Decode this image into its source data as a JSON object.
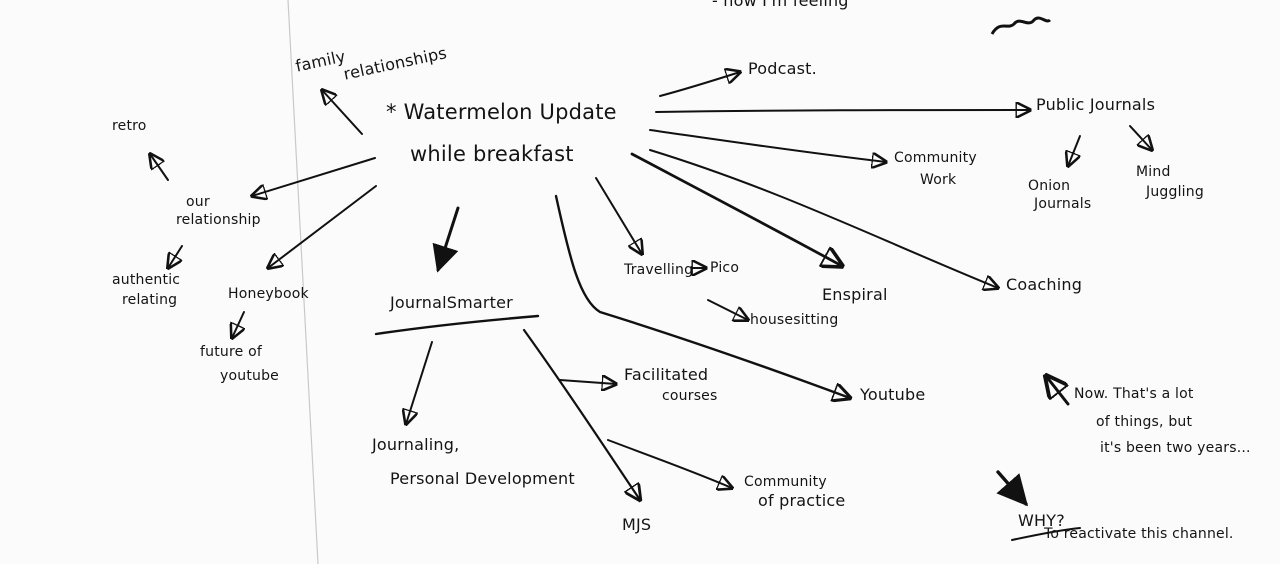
{
  "header_fragment": "- how I'm feeling",
  "central": {
    "line1": "* Watermelon Update",
    "line2": "while breakfast"
  },
  "left": {
    "family": {
      "line1": "family",
      "line2": "relationships"
    },
    "retro": "retro",
    "our_relationship": {
      "line1": "our",
      "line2": "relationship"
    },
    "authentic": {
      "line1": "authentic",
      "line2": "relating"
    },
    "honeybook": "Honeybook",
    "future": {
      "line1": "future of",
      "line2": "youtube"
    }
  },
  "right": {
    "podcast": "Podcast.",
    "public_journals": "Public Journals",
    "onion_journals": {
      "line1": "Onion",
      "line2": "Journals"
    },
    "mind_juggling": {
      "line1": "Mind",
      "line2": "Juggling"
    },
    "community_work": {
      "line1": "Community",
      "line2": "Work"
    },
    "coaching": "Coaching",
    "enspiral": "Enspiral",
    "travelling": "Travelling",
    "pico": "Pico",
    "housesitting": "housesitting",
    "youtube": "Youtube"
  },
  "journalsmarter": {
    "title": "JournalSmarter",
    "journaling": {
      "line1": "Journaling,",
      "line2": "Personal Development"
    },
    "facilitated": {
      "line1": "Facilitated",
      "line2": "courses"
    },
    "community_practice": {
      "line1": "Community",
      "line2": "of practice"
    },
    "mjs": "MJS"
  },
  "note": {
    "line1": "Now. That's a lot",
    "line2": "of things, but",
    "line3": "it's been two years...",
    "why": "WHY?",
    "reactivate": "To reactivate this channel."
  }
}
